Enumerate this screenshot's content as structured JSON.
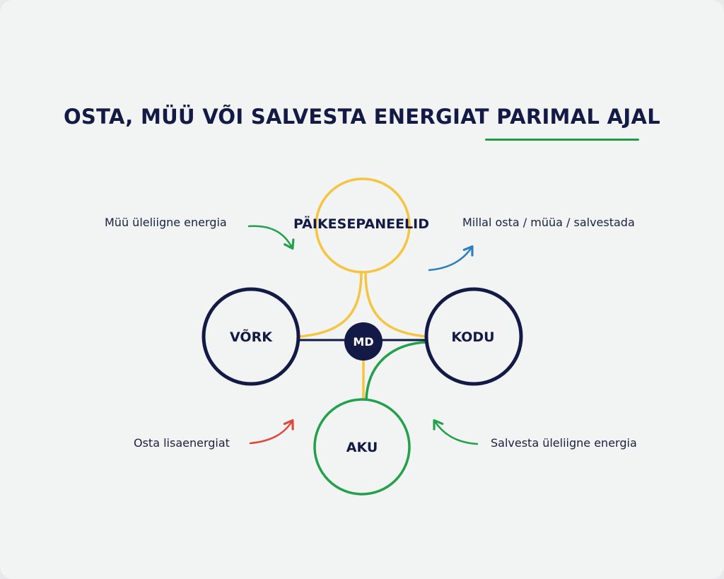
{
  "title": {
    "main": "OSTA, MÜÜ VÕI SALVESTA ENERGIAT",
    "highlight": "PARIMAL AJAL",
    "underline_color": "#1f9a45"
  },
  "nodes": {
    "solar": {
      "label": "PÄIKESEPANEELID",
      "color": "#f5c542"
    },
    "grid": {
      "label": "VÕRK",
      "color": "#131a45"
    },
    "home": {
      "label": "KODU",
      "color": "#131a45"
    },
    "battery": {
      "label": "AKU",
      "color": "#22a04a"
    },
    "hub": {
      "label": "MD",
      "color": "#131a45"
    }
  },
  "annotations": {
    "sell_surplus": {
      "text": "Müü üleliigne energia",
      "arrow_color": "#22a04a"
    },
    "when_to": {
      "text": "Millal osta / müüa / salvestada",
      "arrow_color": "#2e7fc1"
    },
    "buy_extra": {
      "text": "Osta lisaenergiat",
      "arrow_color": "#e0463c"
    },
    "store_surplus": {
      "text": "Salvesta üleliigne energia",
      "arrow_color": "#22a04a"
    }
  }
}
